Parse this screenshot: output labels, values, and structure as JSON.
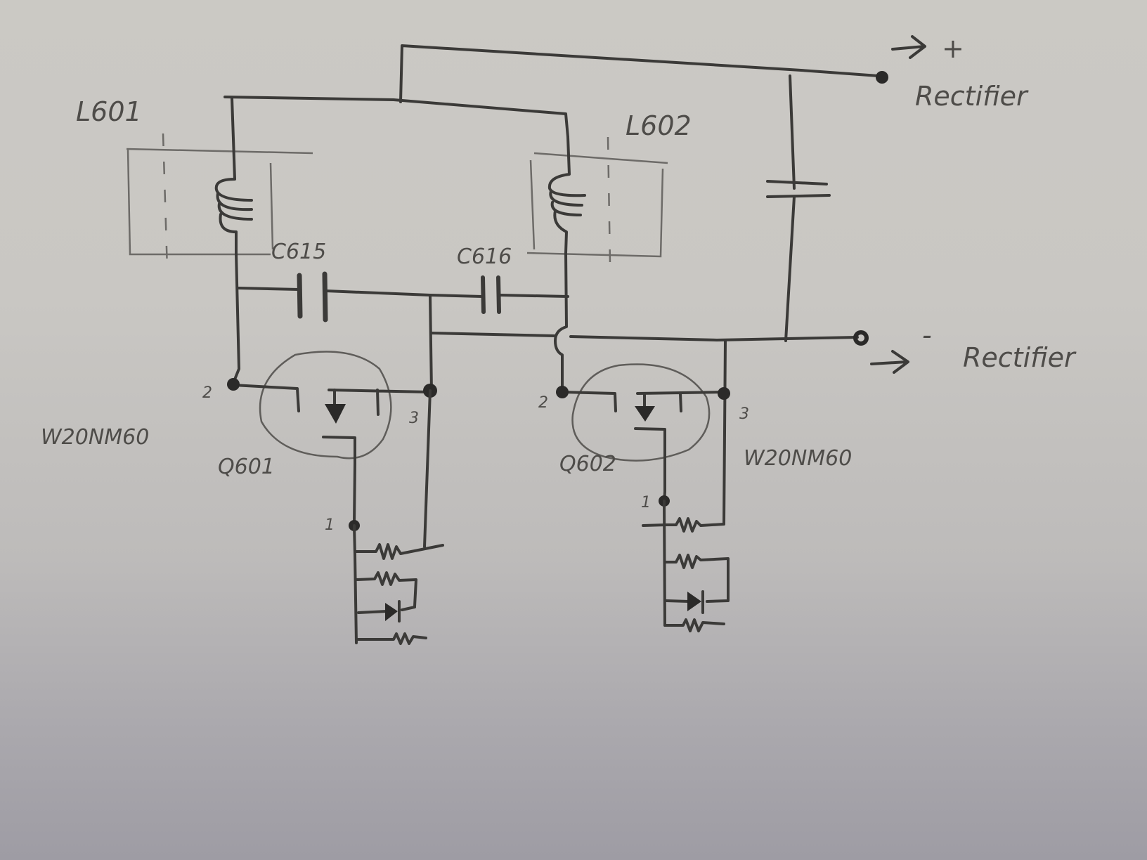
{
  "diagram": {
    "medium": "hand-drawn pencil schematic on paper",
    "colors": {
      "paper_top": "#cbc9c4",
      "paper_bottom": "#9e9ca4",
      "ink": "#3b3a38"
    },
    "inductors": [
      {
        "ref": "L601"
      },
      {
        "ref": "L602"
      }
    ],
    "capacitors": [
      {
        "ref": "C615"
      },
      {
        "ref": "C616"
      },
      {
        "ref": ""
      }
    ],
    "transistors": [
      {
        "ref": "Q601",
        "part": "W20NM60",
        "pins": {
          "gate": "1",
          "drain": "2",
          "source": "3"
        }
      },
      {
        "ref": "Q602",
        "part": "W20NM60",
        "pins": {
          "gate": "1",
          "drain": "2",
          "source": "3"
        }
      }
    ],
    "terminals": [
      {
        "polarity": "+",
        "label": "Rectifier"
      },
      {
        "polarity": "-",
        "label": "Rectifier"
      }
    ]
  }
}
